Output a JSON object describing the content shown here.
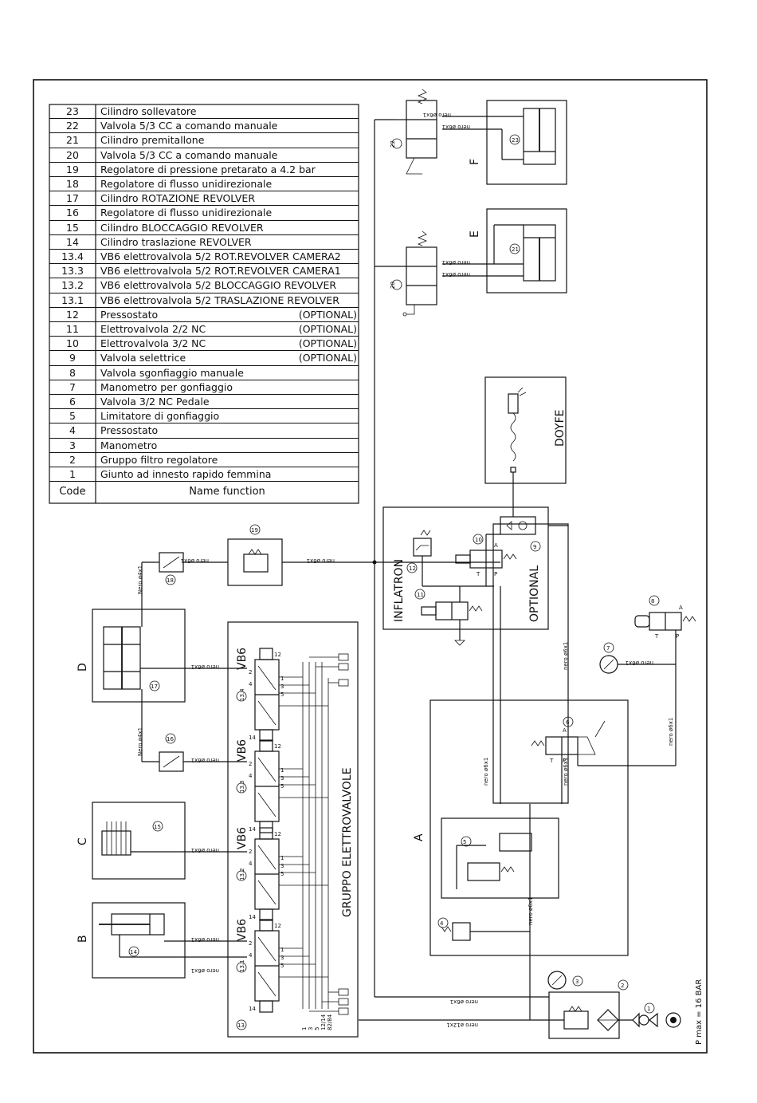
{
  "legend": {
    "rows": [
      {
        "code": "23",
        "name": "Cilindro sollevatore",
        "note": ""
      },
      {
        "code": "22",
        "name": "Valvola 5/3 CC a comando manuale",
        "note": ""
      },
      {
        "code": "21",
        "name": "Cilindro premitallone",
        "note": ""
      },
      {
        "code": "20",
        "name": "Valvola 5/3 CC a comando manuale",
        "note": ""
      },
      {
        "code": "19",
        "name": "Regolatore di pressione pretarato a 4.2 bar",
        "note": ""
      },
      {
        "code": "18",
        "name": "Regolatore di flusso unidirezionale",
        "note": ""
      },
      {
        "code": "17",
        "name": "Cilindro ROTAZIONE REVOLVER",
        "note": ""
      },
      {
        "code": "16",
        "name": "Regolatore di flusso unidirezionale",
        "note": ""
      },
      {
        "code": "15",
        "name": "Cilindro BLOCCAGGIO REVOLVER",
        "note": ""
      },
      {
        "code": "14",
        "name": "Cilindro traslazione REVOLVER",
        "note": ""
      },
      {
        "code": "13.4",
        "name": "VB6 elettrovalvola 5/2 ROT.REVOLVER CAMERA2",
        "note": ""
      },
      {
        "code": "13.3",
        "name": "VB6 elettrovalvola 5/2 ROT.REVOLVER CAMERA1",
        "note": ""
      },
      {
        "code": "13.2",
        "name": "VB6 elettrovalvola 5/2 BLOCCAGGIO REVOLVER",
        "note": ""
      },
      {
        "code": "13.1",
        "name": "VB6 elettrovalvola 5/2 TRASLAZIONE REVOLVER",
        "note": ""
      },
      {
        "code": "12",
        "name": "Pressostato",
        "note": "(OPTIONAL)"
      },
      {
        "code": "11",
        "name": "Elettrovalvola 2/2 NC",
        "note": "(OPTIONAL)"
      },
      {
        "code": "10",
        "name": "Elettrovalvola 3/2 NC",
        "note": "(OPTIONAL)"
      },
      {
        "code": "9",
        "name": "Valvola selettrice",
        "note": "(OPTIONAL)"
      },
      {
        "code": "8",
        "name": "Valvola sgonfiaggio manuale",
        "note": ""
      },
      {
        "code": "7",
        "name": "Manometro per gonfiaggio",
        "note": ""
      },
      {
        "code": "6",
        "name": "Valvola 3/2 NC Pedale",
        "note": ""
      },
      {
        "code": "5",
        "name": "Limitatore di gonfiaggio",
        "note": ""
      },
      {
        "code": "4",
        "name": "Pressostato",
        "note": ""
      },
      {
        "code": "3",
        "name": "Manometro",
        "note": ""
      },
      {
        "code": "2",
        "name": "Gruppo filtro regolatore",
        "note": ""
      },
      {
        "code": "1",
        "name": "Giunto ad innesto rapido femmina",
        "note": ""
      }
    ],
    "header_code": "Code",
    "header_name": "Name function"
  },
  "groups": {
    "A": "A",
    "B": "B",
    "C": "C",
    "D": "D",
    "E": "E",
    "F": "F",
    "manifold": "GRUPPO ELETTROVALVOLE",
    "inflatron": "INFLATRON",
    "optional": "OPTIONAL",
    "doyfe": "DOYFE",
    "vb6": "VB6"
  },
  "pipes": {
    "nero6x1": "nero ø6x1",
    "nero4x1": "Nero ø4x1",
    "nero12x1": "nero ø12x1",
    "nero6x1_short": "nero ø6x1"
  },
  "ports": {
    "p1": "1",
    "p2": "2",
    "p3": "3",
    "p4": "4",
    "p5": "5",
    "p12": "12",
    "p14": "14",
    "p12_14": "12/14",
    "p82_84": "82/84",
    "A": "A",
    "P": "P",
    "T": "T"
  },
  "bubbles": {
    "b1": "1",
    "b2": "2",
    "b3": "3",
    "b4": "4",
    "b5": "5",
    "b6": "6",
    "b7": "7",
    "b8": "8",
    "b9": "9",
    "b10": "10",
    "b11": "11",
    "b12": "12",
    "b13": "13",
    "b131": "13.1",
    "b132": "13.2",
    "b133": "13.3",
    "b134": "13.4",
    "b14": "14",
    "b15": "15",
    "b16": "16",
    "b17": "17",
    "b18": "18",
    "b19": "19",
    "b20": "20",
    "b21": "21",
    "b22": "22",
    "b23": "23"
  },
  "pmax": "P max = 16 BAR"
}
